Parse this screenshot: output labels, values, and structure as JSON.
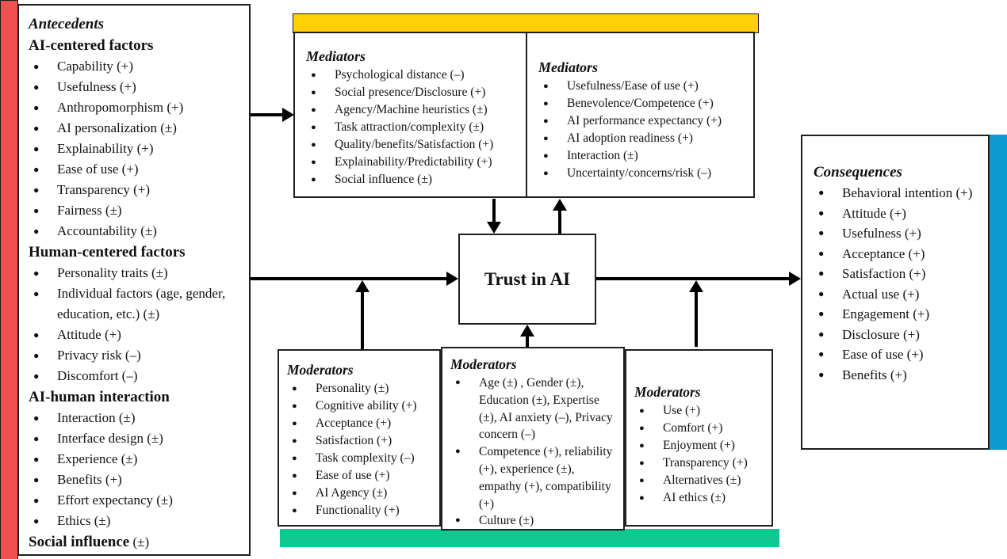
{
  "colors": {
    "red_bar": "#F0504E",
    "yellow_bar": "#FFD008",
    "green_bar": "#0EC98F",
    "blue_bar": "#0D9ACF"
  },
  "antecedents": {
    "title": "Antecedents",
    "sections": [
      {
        "heading": "AI-centered factors",
        "items": [
          "Capability (+)",
          "Usefulness (+)",
          "Anthropomorphism (+)",
          "AI personalization (±)",
          "Explainability (+)",
          "Ease of use (+)",
          "Transparency (+)",
          "Fairness (±)",
          "Accountability (±)"
        ]
      },
      {
        "heading": "Human-centered factors",
        "items": [
          "Personality traits (±)",
          "Individual factors (age, gender, education, etc.) (±)",
          "Attitude (+)",
          "Privacy risk (–)",
          "Discomfort (–)"
        ]
      },
      {
        "heading": "AI-human interaction",
        "items": [
          "Interaction (±)",
          "Interface design (±)",
          "Experience (±)",
          "Benefits (+)",
          "Effort expectancy (±)",
          "Ethics (±)"
        ]
      },
      {
        "heading": "Social influence",
        "suffix": " (±)",
        "items": []
      }
    ]
  },
  "mediators_left": {
    "title": "Mediators",
    "items": [
      "Psychological distance (–)",
      "Social presence/Disclosure (+)",
      "Agency/Machine heuristics (±)",
      "Task attraction/complexity (±)",
      "Quality/benefits/Satisfaction (+)",
      "Explainability/Predictability (+)",
      "Social influence (±)"
    ]
  },
  "mediators_right": {
    "title": "Mediators",
    "items": [
      "Usefulness/Ease of use (+)",
      "Benevolence/Competence (+)",
      "AI performance expectancy (+)",
      "AI adoption readiness (+)",
      "Interaction (±)",
      "Uncertainty/concerns/risk (–)"
    ]
  },
  "trust": {
    "label": "Trust in AI"
  },
  "moderators_left": {
    "title": "Moderators",
    "items": [
      "Personality (±)",
      "Cognitive ability (+)",
      "Acceptance (+)",
      "Satisfaction (+)",
      "Task complexity (–)",
      "Ease of use (+)",
      "AI Agency (±)",
      "Functionality (+)"
    ]
  },
  "moderators_middle": {
    "title": "Moderators",
    "items": [
      "Age (±) , Gender (±), Education (±), Expertise (±), AI anxiety (–), Privacy concern (–)",
      "Competence (+), reliability (+), experience (±), empathy (+), compatibility (+)",
      "Culture (±)"
    ]
  },
  "moderators_right": {
    "title": "Moderators",
    "items": [
      "Use (+)",
      "Comfort (+)",
      "Enjoyment (+)",
      "Transparency (+)",
      "Alternatives (±)",
      "AI ethics (±)"
    ]
  },
  "consequences": {
    "title": "Consequences",
    "items": [
      "Behavioral intention (+)",
      "Attitude (+)",
      "Usefulness (+)",
      "Acceptance (+)",
      "Satisfaction (+)",
      "Actual use (+)",
      "Engagement (+)",
      "Disclosure (+)",
      "Ease of use (+)",
      "Benefits (+)"
    ]
  }
}
